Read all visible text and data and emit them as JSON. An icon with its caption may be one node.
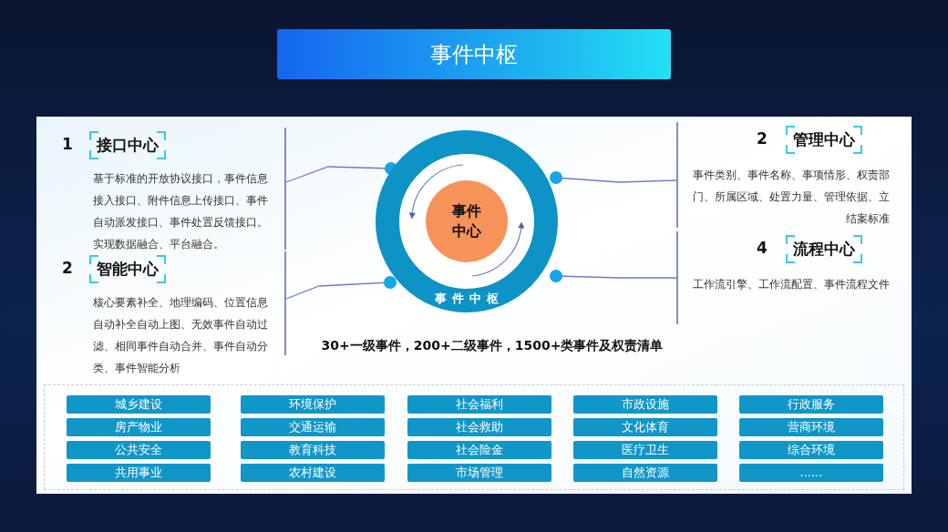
{
  "diagram": {
    "nodes": [
      {
        "text": [
          "事件中枢"
        ]
      },
      {
        "text": [
          "1",
          "接口中心",
          "基于标准的开放协议接口，事件信息接入接口、附件信息上传接口、事件自动派发接口、事件处置反馈接口。实现数据融合、平台融合。"
        ]
      },
      {
        "text": [
          "2",
          "智能中心",
          "核心要素补全、地理编码、位置信息自动补全自动上图、无效事件自动过滤、相同事件自动合并、事件自动分类、事件智能分析"
        ]
      },
      {
        "text": [
          "2",
          "管理中心",
          "事件类别、事件名称、事项情形、权责部门、所属区域、处置力量、管理依据、立结案标准"
        ]
      },
      {
        "text": [
          "4",
          "流程中心",
          "工作流引擎、工作流配置、事件流程文件"
        ]
      },
      {
        "text": [
          "事件中枢"
        ]
      },
      {
        "text": [
          "事件中心"
        ],
        "in": 5
      },
      {
        "text": [],
        "shape": "box"
      },
      {
        "text": [
          "城乡建设"
        ],
        "in": 7
      },
      {
        "text": [
          "环境保护"
        ],
        "in": 7
      },
      {
        "text": [
          "社会福利"
        ],
        "in": 7
      },
      {
        "text": [
          "市政设施"
        ],
        "in": 7
      },
      {
        "text": [
          "行政服务"
        ],
        "in": 7
      },
      {
        "text": [
          "房产物业"
        ],
        "in": 7
      },
      {
        "text": [
          "交通运输"
        ],
        "in": 7
      },
      {
        "text": [
          "社会救助"
        ],
        "in": 7
      },
      {
        "text": [
          "文化体育"
        ],
        "in": 7
      },
      {
        "text": [
          "营商环境"
        ],
        "in": 7
      },
      {
        "text": [
          "公共安全"
        ],
        "in": 7
      },
      {
        "text": [
          "教育科技"
        ],
        "in": 7
      },
      {
        "text": [
          "社会险金"
        ],
        "in": 7
      },
      {
        "text": [
          "医疗卫生"
        ],
        "in": 7
      },
      {
        "text": [
          "综合环境"
        ],
        "in": 7
      },
      {
        "text": [
          "共用事业"
        ],
        "in": 7
      },
      {
        "text": [
          "农村建设"
        ],
        "in": 7
      },
      {
        "text": [
          "市场管理"
        ],
        "in": 7
      },
      {
        "text": [
          "自然资源"
        ],
        "in": 7
      },
      {
        "text": [
          "......"
        ],
        "in": 7
      }
    ],
    "edges": [
      {
        "from": 1,
        "to": 5,
        "arrow": "other"
      },
      {
        "from": 2,
        "to": 5,
        "arrow": "other"
      },
      {
        "from": 3,
        "to": 5,
        "arrow": "other"
      },
      {
        "from": 4,
        "to": 5,
        "arrow": "other"
      }
    ],
    "labels": [
      "30+一级事件，200+二级事件，1500+类事件及权责清单"
    ]
  }
}
